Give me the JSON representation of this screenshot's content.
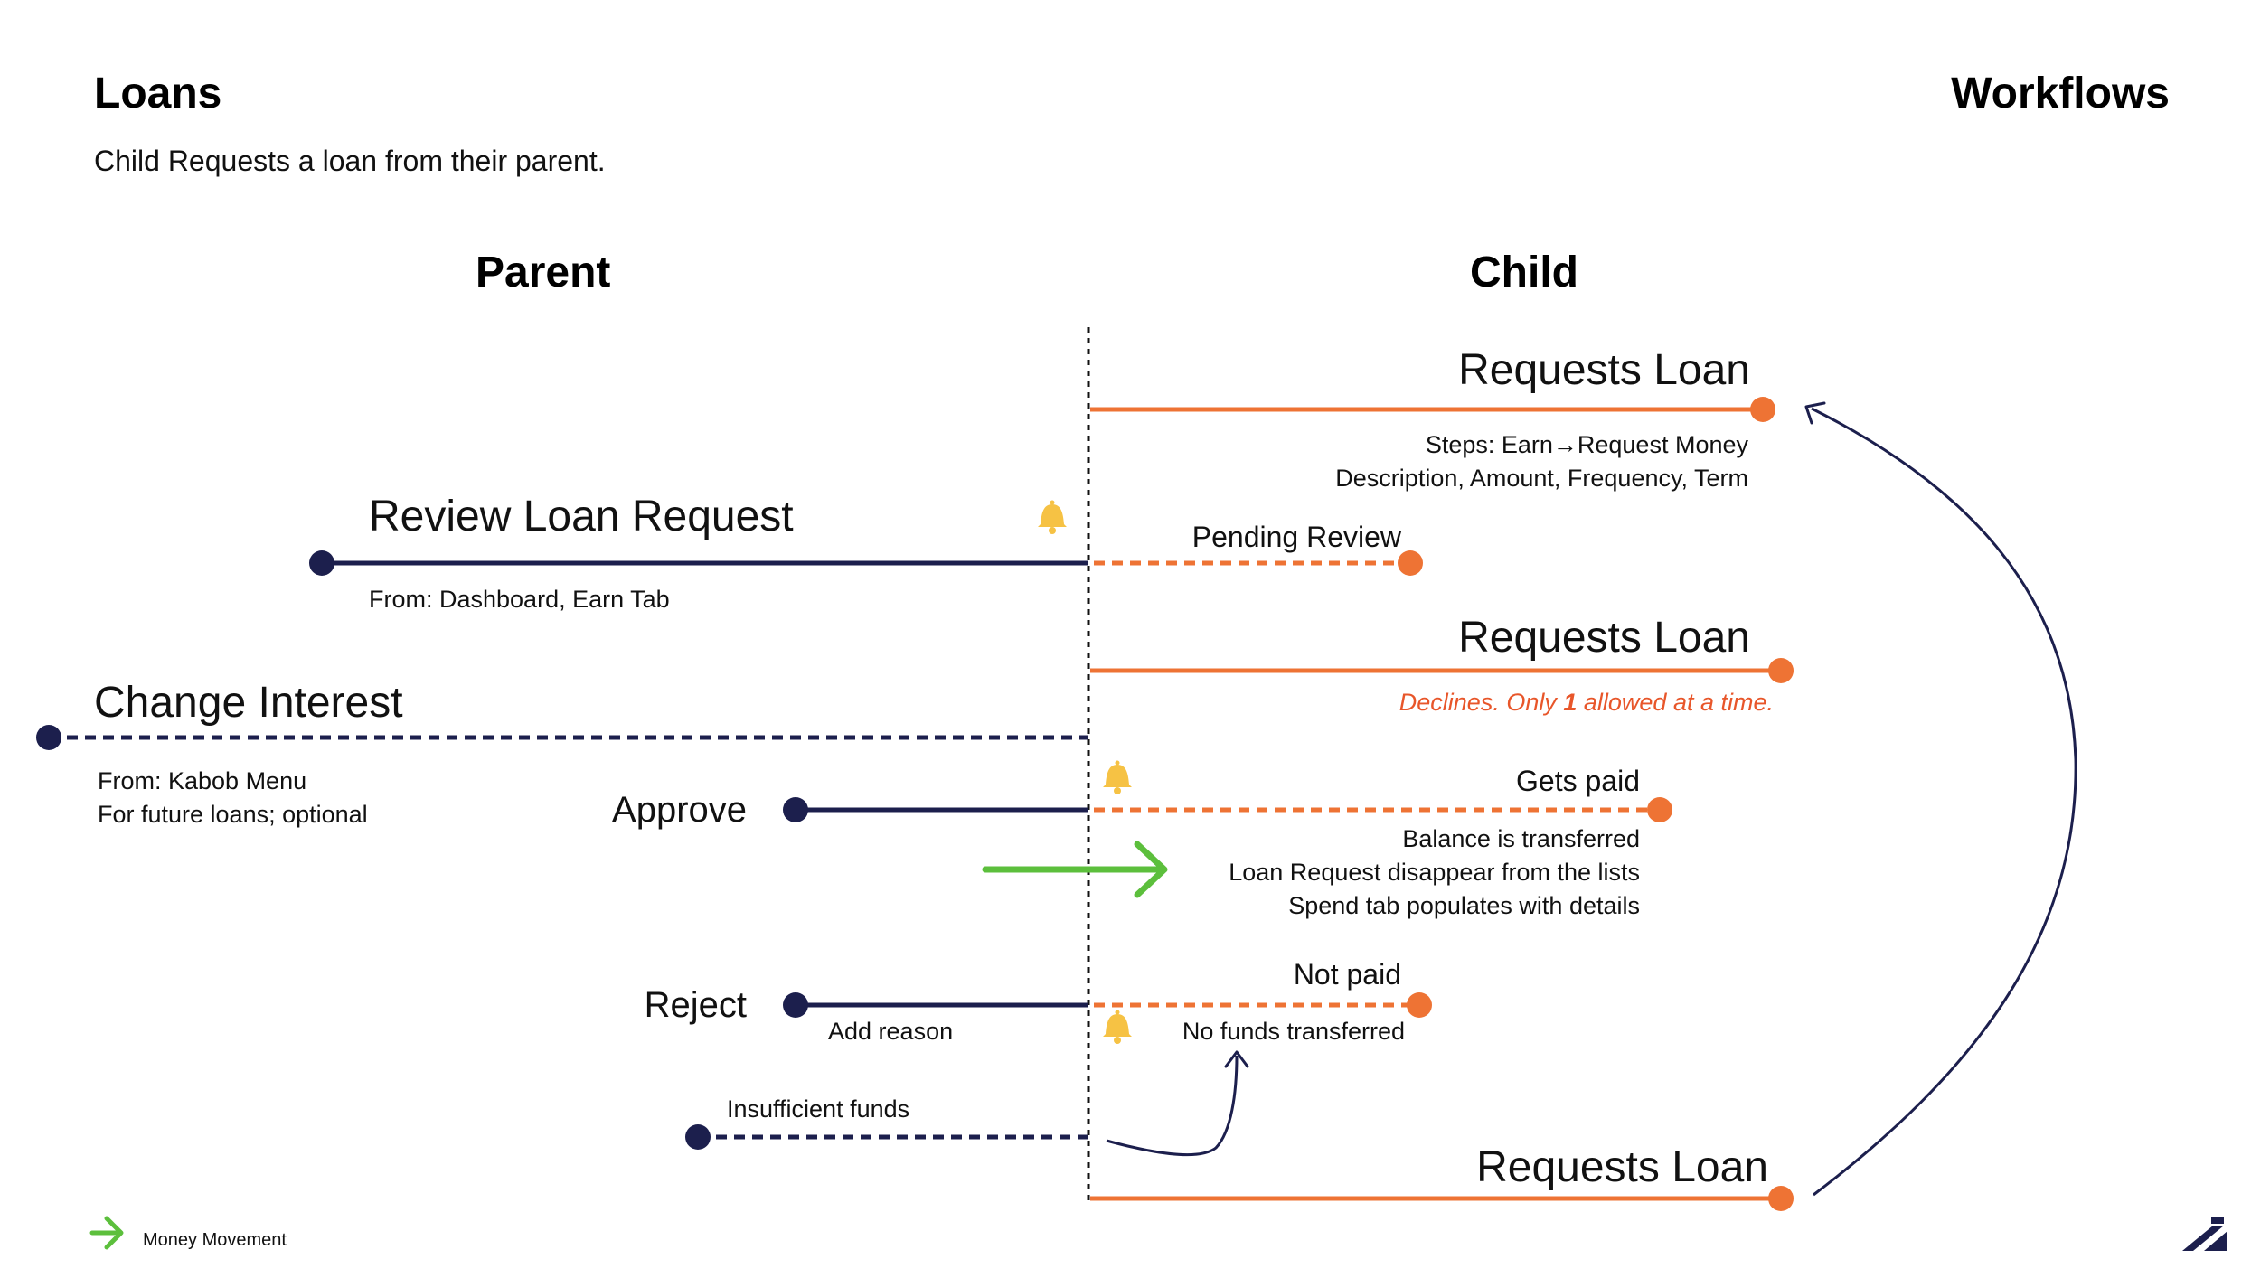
{
  "page": {
    "title": "Loans",
    "subtitle": "Child Requests a loan from their parent.",
    "section": "Workflows"
  },
  "columns": {
    "parent": "Parent",
    "child": "Child"
  },
  "parent": {
    "review": {
      "label": "Review Loan Request",
      "note": "From: Dashboard, Earn Tab"
    },
    "change_interest": {
      "label": "Change Interest",
      "note_lines": [
        "From: Kabob Menu",
        "For future loans; optional"
      ]
    },
    "approve": {
      "label": "Approve"
    },
    "reject": {
      "label": "Reject",
      "note": "Add reason"
    },
    "insufficient": {
      "label": "Insufficient funds"
    }
  },
  "child": {
    "request_1": {
      "label": "Requests Loan",
      "note_lines": [
        "Steps: Earn→Request Money",
        "Description, Amount, Frequency, Term"
      ]
    },
    "pending": {
      "label": "Pending Review"
    },
    "request_2": {
      "label": "Requests Loan",
      "note_pre": "Declines. Only ",
      "note_num": "1",
      "note_post": " allowed at a time."
    },
    "gets_paid": {
      "label": "Gets paid",
      "note_lines": [
        "Balance is transferred",
        "Loan Request disappear from the lists",
        "Spend tab populates with details"
      ]
    },
    "not_paid": {
      "label": "Not paid",
      "note": "No funds transferred"
    },
    "request_3": {
      "label": "Requests Loan"
    }
  },
  "legend": {
    "money_movement": "Money Movement"
  },
  "colors": {
    "navy": "#1c1f4d",
    "orange": "#ee7334",
    "green": "#5cbf3c",
    "bell": "#f6c244",
    "decline_text": "#e8562a"
  },
  "icons": [
    "bell-icon",
    "green-arrow-icon",
    "brand-logo-icon"
  ]
}
